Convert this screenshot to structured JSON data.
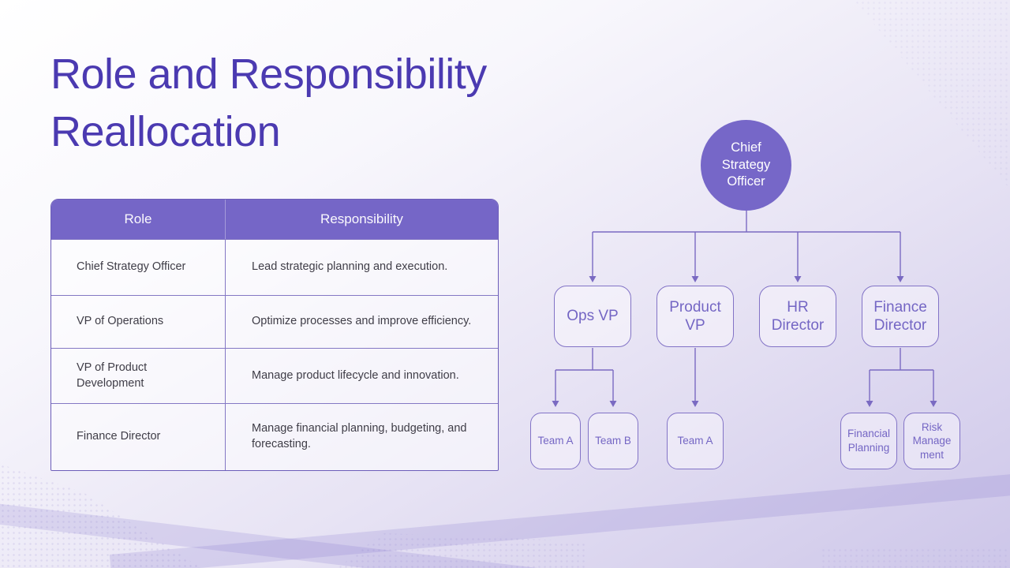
{
  "slide": {
    "title": "Role and Responsibility Reallocation"
  },
  "table": {
    "headers": [
      "Role",
      "Responsibility"
    ],
    "rows": [
      {
        "role": "Chief Strategy Officer",
        "responsibility": "Lead strategic planning and execution."
      },
      {
        "role": "VP of Operations",
        "responsibility": "Optimize processes and improve efficiency."
      },
      {
        "role": "VP of Product Development",
        "responsibility": "Manage product lifecycle and innovation."
      },
      {
        "role": "Finance Director",
        "responsibility": "Manage financial planning, budgeting, and forecasting."
      }
    ]
  },
  "org_chart": {
    "root": {
      "label": "Chief Strategy Officer"
    },
    "level2": [
      {
        "label": "Ops VP"
      },
      {
        "label": "Product VP"
      },
      {
        "label": "HR Director"
      },
      {
        "label": "Finance Director"
      }
    ],
    "level3": [
      {
        "label": "Team A"
      },
      {
        "label": "Team B"
      },
      {
        "label": "Team A"
      },
      {
        "label": "Financial Planning"
      },
      {
        "label": "Risk Management"
      }
    ]
  },
  "colors": {
    "title": "#4B3AB1",
    "accent": "#7566C7",
    "connector": "#7A6AC2",
    "node_text": "#7466C4",
    "cell_text": "#3F3D47",
    "background_end": "#CDC6E9"
  }
}
